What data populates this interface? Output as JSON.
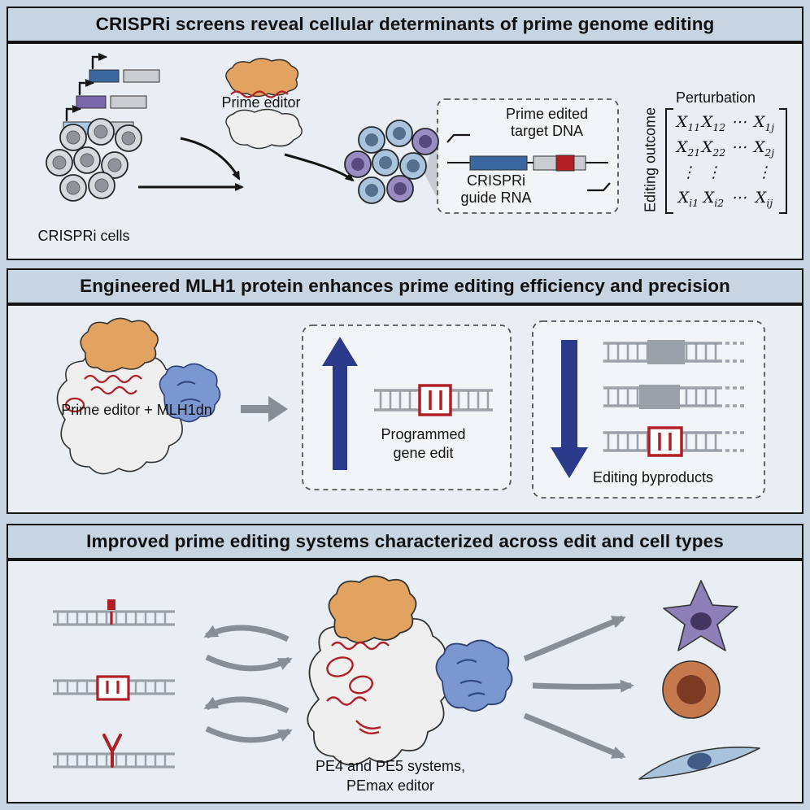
{
  "headers": {
    "panel1": "CRISPRi screens reveal cellular determinants of prime genome editing",
    "panel2": "Engineered MLH1 protein enhances prime editing efficiency and precision",
    "panel3": "Improved prime editing systems characterized across edit and cell types"
  },
  "panel1": {
    "crispri_cells_label": "CRISPRi cells",
    "prime_editor_label": "Prime editor",
    "callout": {
      "prime_edited_line1": "Prime edited",
      "prime_edited_line2": "target DNA",
      "guide_line1": "CRISPRi",
      "guide_line2": "guide RNA"
    },
    "matrix": {
      "col_header": "Perturbation",
      "row_header": "Editing outcome",
      "rows": [
        [
          {
            "b": "X",
            "s": "11"
          },
          {
            "b": "X",
            "s": "12"
          },
          {
            "b": "⋯",
            "s": ""
          },
          {
            "b": "X",
            "s": "1j"
          }
        ],
        [
          {
            "b": "X",
            "s": "21"
          },
          {
            "b": "X",
            "s": "22"
          },
          {
            "b": "⋯",
            "s": ""
          },
          {
            "b": "X",
            "s": "2j"
          }
        ],
        [
          {
            "b": "⋮",
            "s": ""
          },
          {
            "b": "⋮",
            "s": ""
          },
          {
            "b": "",
            "s": ""
          },
          {
            "b": "⋮",
            "s": ""
          }
        ],
        [
          {
            "b": "X",
            "s": "i1"
          },
          {
            "b": "X",
            "s": "i2"
          },
          {
            "b": "⋯",
            "s": ""
          },
          {
            "b": "X",
            "s": "ij"
          }
        ]
      ]
    }
  },
  "panel2": {
    "complex_label": "Prime editor + MLH1dn",
    "programmed_line1": "Programmed",
    "programmed_line2": "gene edit",
    "byproducts_label": "Editing byproducts"
  },
  "panel3": {
    "systems_line1": "PE4 and PE5 systems,",
    "systems_line2": "PEmax editor"
  },
  "colors": {
    "background": "#c7d5e3",
    "panel_bg": "#e9eef5",
    "edit_red": "#b01f26",
    "navy_arrow": "#2c3a8c",
    "protein_orange": "#e2a260",
    "protein_gray": "#efefef",
    "mlh1_blue": "#7b97d2",
    "dna_gray": "#9aa1a8",
    "arrow_gray": "#878e96"
  }
}
